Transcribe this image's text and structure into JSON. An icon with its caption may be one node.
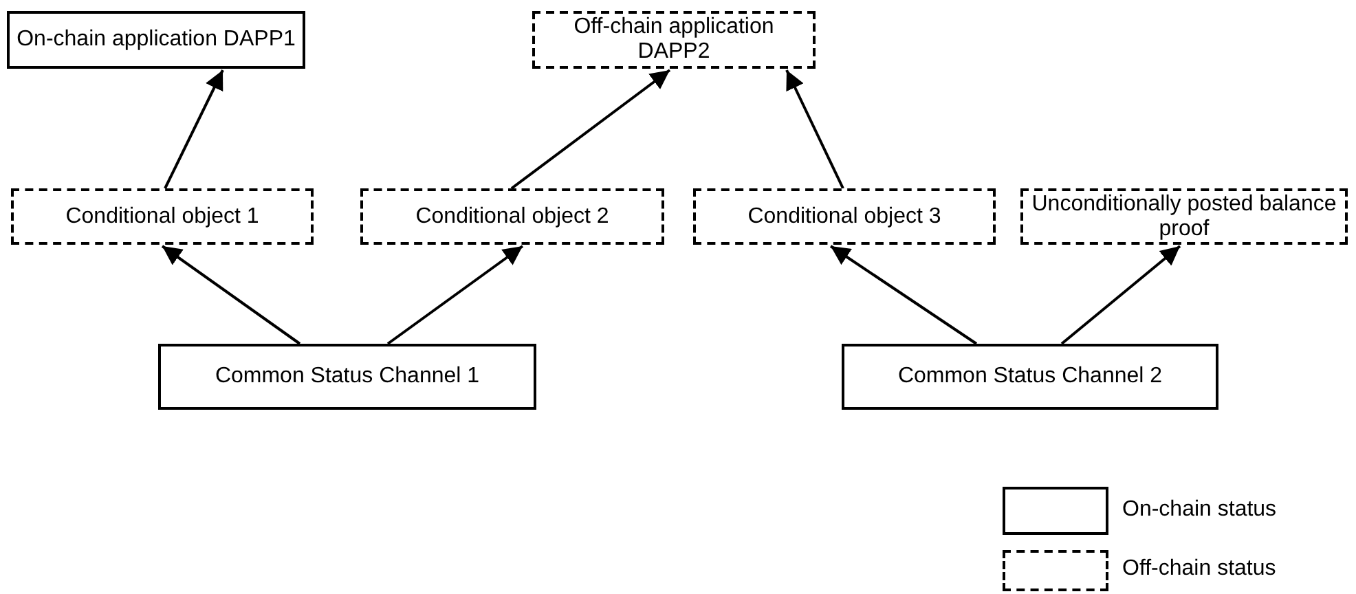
{
  "diagram": {
    "nodes": [
      {
        "text": [
          "On-chain application DAPP1"
        ]
      },
      {
        "text": [
          "Off-chain application DAPP2"
        ]
      },
      {
        "text": [
          "Conditional object 1"
        ]
      },
      {
        "text": [
          "Conditional object 2"
        ]
      },
      {
        "text": [
          "Conditional object 3"
        ]
      },
      {
        "text": [
          "Unconditionally posted balance proof"
        ]
      },
      {
        "text": [
          "Common Status Channel 1"
        ]
      },
      {
        "text": [
          "Common Status Channel 2"
        ]
      }
    ],
    "edges": [
      {
        "from": 2,
        "to": 0,
        "arrow": "to"
      },
      {
        "from": 3,
        "to": 1,
        "arrow": "to"
      },
      {
        "from": 4,
        "to": 1,
        "arrow": "to"
      },
      {
        "from": 6,
        "to": 2,
        "arrow": "to"
      },
      {
        "from": 6,
        "to": 3,
        "arrow": "to"
      },
      {
        "from": 7,
        "to": 4,
        "arrow": "to"
      },
      {
        "from": 7,
        "to": 5,
        "arrow": "to"
      }
    ],
    "legend": [
      {
        "text": "On-chain status"
      },
      {
        "text": "Off-chain status"
      }
    ]
  }
}
